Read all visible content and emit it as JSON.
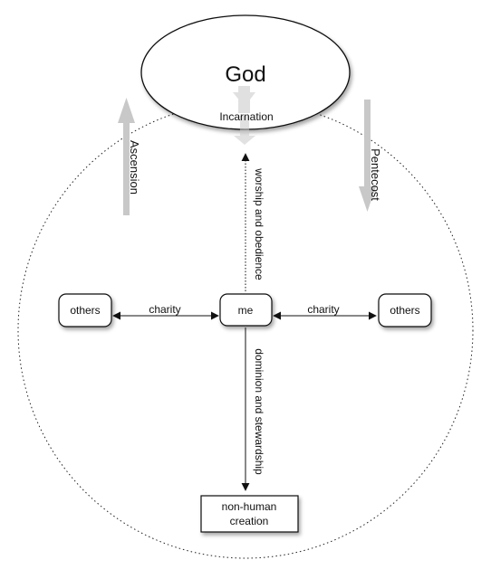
{
  "diagram": {
    "god_label": "God",
    "incarnation_label": "Incarnation",
    "ascension_label": "Ascension",
    "pentecost_label": "Pentecost",
    "worship_label": "worship and obedience",
    "dominion_label": "dominion and stewardship",
    "charity_left_label": "charity",
    "charity_right_label": "charity",
    "me_label": "me",
    "others_left_label": "others",
    "others_right_label": "others",
    "creation_line1": "non-human",
    "creation_line2": "creation"
  },
  "colors": {
    "grey_arrow": "#c8c8c8",
    "line": "#111111",
    "box_fill": "#ffffff"
  }
}
